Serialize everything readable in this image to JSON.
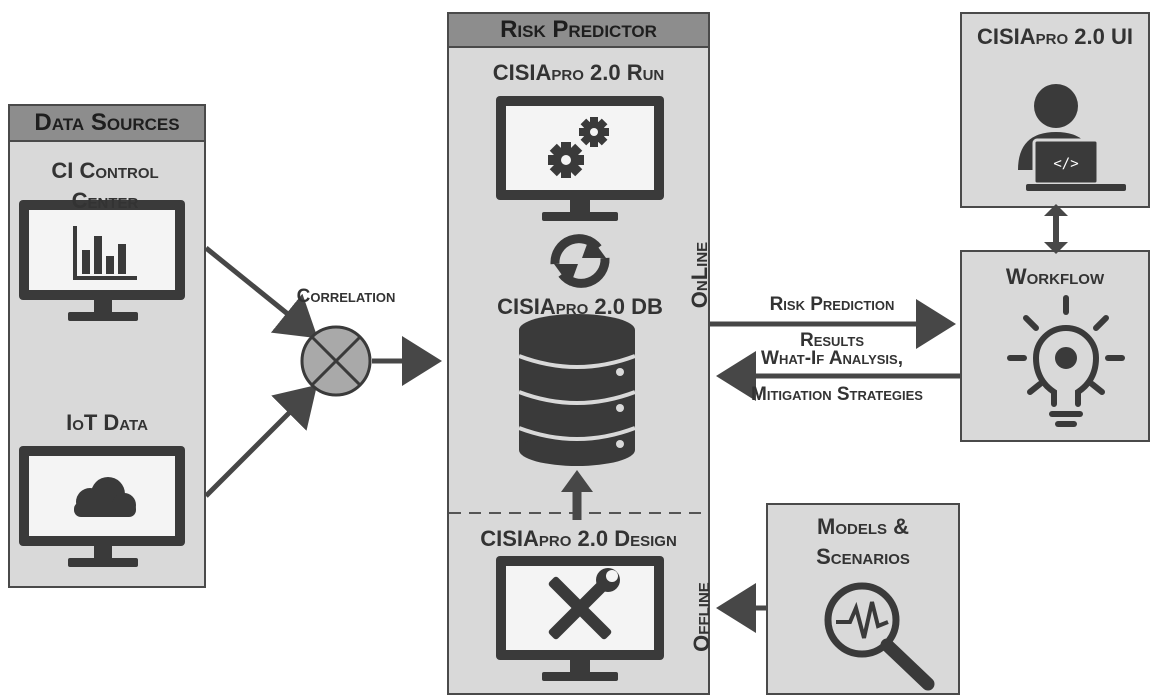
{
  "data_sources": {
    "header": "Data Sources",
    "ci_control_center": "CI Control Center",
    "iot_data": "IoT Data"
  },
  "correlation": "Correlation",
  "risk_predictor": {
    "header": "Risk Predictor",
    "run": "CISIApro 2.0 Run",
    "db": "CISIApro 2.0 DB",
    "design": "CISIApro 2.0 Design",
    "online": "OnLine",
    "offline": "Offline"
  },
  "ui": {
    "title": "CISIApro 2.0 UI"
  },
  "workflow": {
    "title": "Workflow"
  },
  "models": {
    "title_line1": "Models &",
    "title_line2": "Scenarios"
  },
  "arrows": {
    "risk_prediction": "Risk Prediction",
    "results": "Results",
    "what_if": "What-If Analysis,",
    "mitigation": "Mitigation Strategies"
  },
  "icons": {
    "bar_chart": "bar-chart-icon",
    "cloud": "cloud-icon",
    "gears": "gears-icon",
    "sync": "sync-icon",
    "database": "database-icon",
    "tools": "tools-icon",
    "user_laptop": "user-laptop-icon",
    "lightbulb": "lightbulb-gear-icon",
    "magnifier": "magnifier-waveform-icon",
    "correlation": "correlation-junction-icon"
  }
}
